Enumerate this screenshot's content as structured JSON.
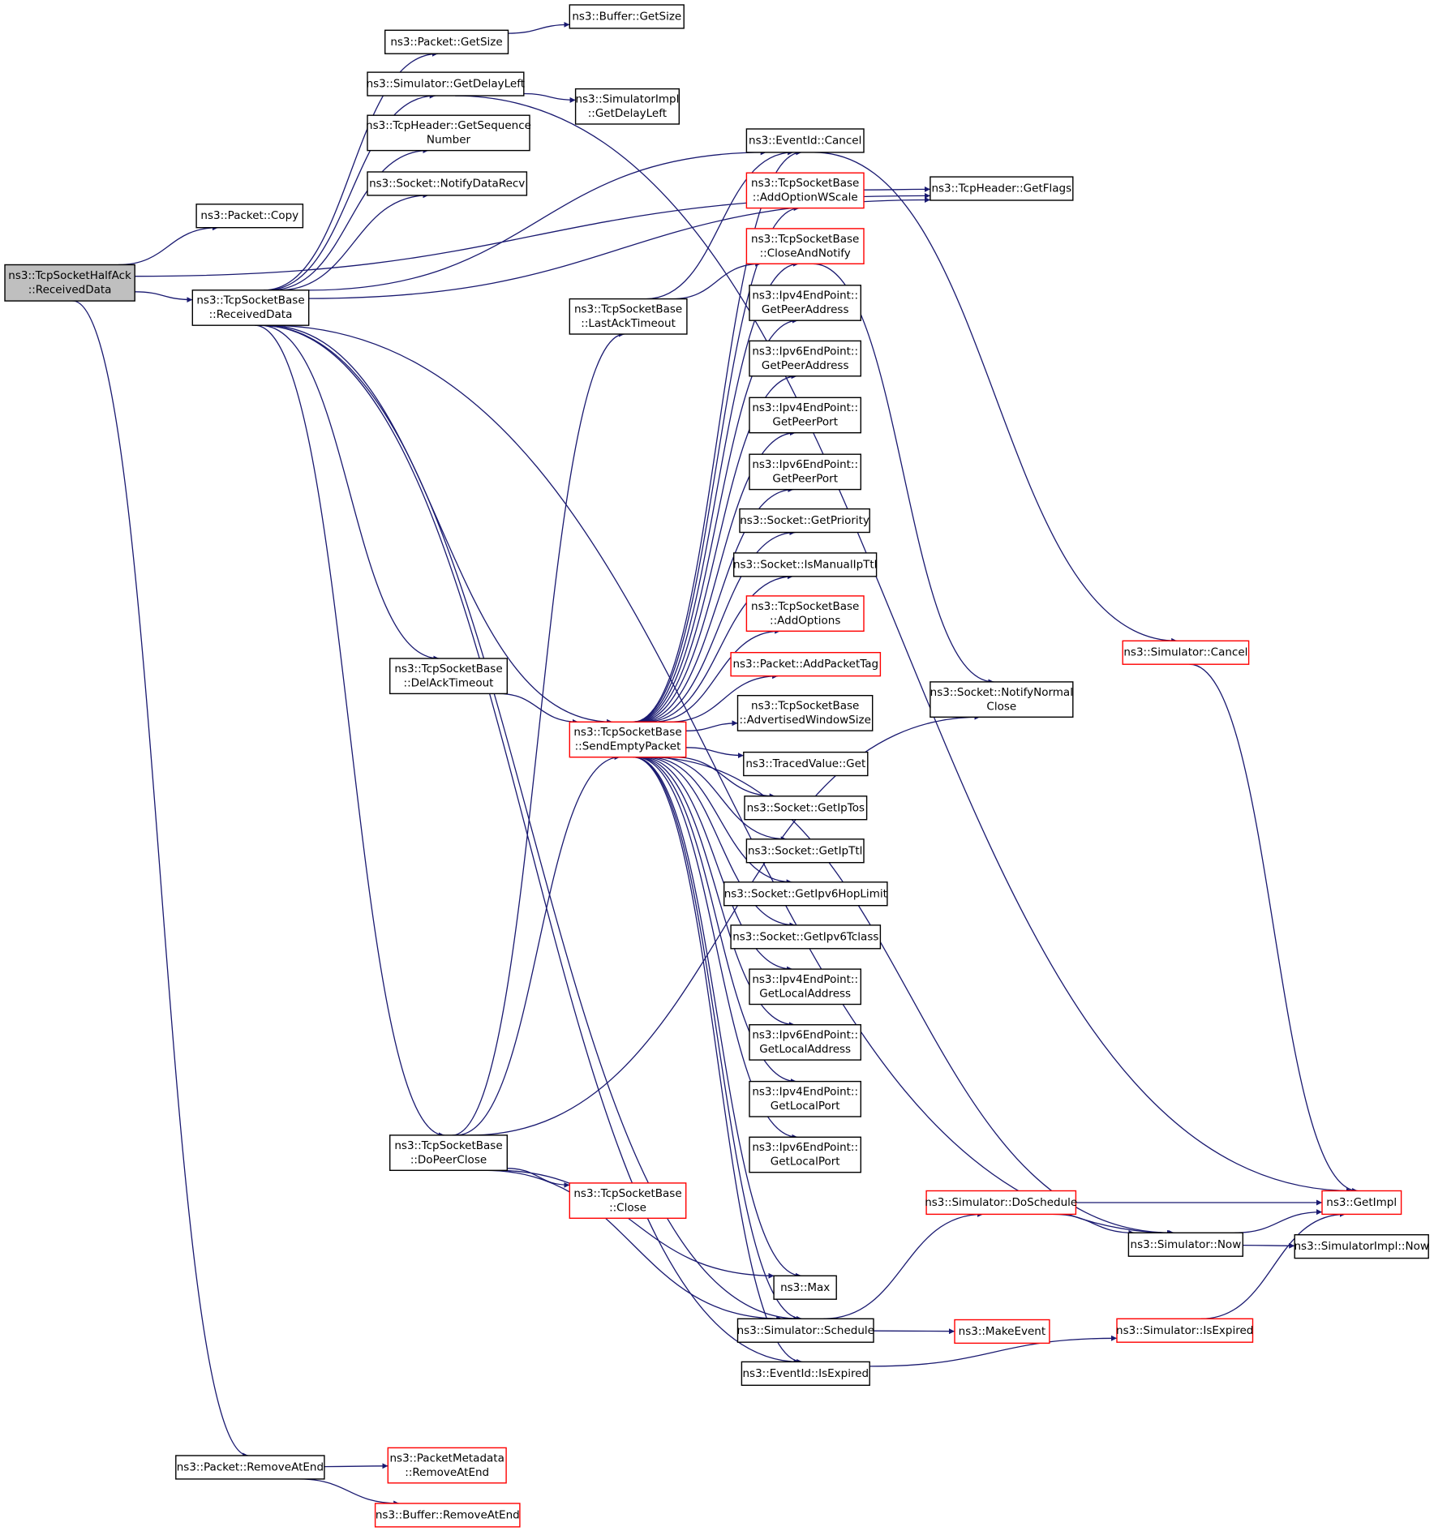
{
  "colors": {
    "edge": "#191970",
    "node_border": "#000000",
    "node_border_truncated": "#ff0000",
    "node_fill": "#ffffff",
    "root_fill": "#bfbfbf"
  },
  "nodes": {
    "root": {
      "lines": [
        "ns3::TcpSocketHalfAck",
        "::ReceivedData"
      ]
    },
    "packet_copy": {
      "lines": [
        "ns3::Packet::Copy"
      ]
    },
    "rd": {
      "lines": [
        "ns3::TcpSocketBase",
        "::ReceivedData"
      ]
    },
    "remove_at_end": {
      "lines": [
        "ns3::Packet::RemoveAtEnd"
      ]
    },
    "packet_getsize": {
      "lines": [
        "ns3::Packet::GetSize"
      ]
    },
    "buffer_getsize": {
      "lines": [
        "ns3::Buffer::GetSize"
      ]
    },
    "getdelayleft": {
      "lines": [
        "ns3::Simulator::GetDelayLeft"
      ]
    },
    "simimpl_getdelayleft": {
      "lines": [
        "ns3::SimulatorImpl",
        "::GetDelayLeft"
      ]
    },
    "getseqnum": {
      "lines": [
        "ns3::TcpHeader::GetSequence",
        "Number"
      ]
    },
    "notifydatarecv": {
      "lines": [
        "ns3::Socket::NotifyDataRecv"
      ]
    },
    "lastacktimeout": {
      "lines": [
        "ns3::TcpSocketBase",
        "::LastAckTimeout"
      ]
    },
    "delacktimeout": {
      "lines": [
        "ns3::TcpSocketBase",
        "::DelAckTimeout"
      ]
    },
    "sendempty": {
      "lines": [
        "ns3::TcpSocketBase",
        "::SendEmptyPacket"
      ]
    },
    "dopeerclose": {
      "lines": [
        "ns3::TcpSocketBase",
        "::DoPeerClose"
      ]
    },
    "close": {
      "lines": [
        "ns3::TcpSocketBase",
        "::Close"
      ]
    },
    "pm_removeatend": {
      "lines": [
        "ns3::PacketMetadata",
        "::RemoveAtEnd"
      ]
    },
    "buffer_removeatend": {
      "lines": [
        "ns3::Buffer::RemoveAtEnd"
      ]
    },
    "eventid_cancel": {
      "lines": [
        "ns3::EventId::Cancel"
      ]
    },
    "addoptionwscale": {
      "lines": [
        "ns3::TcpSocketBase",
        "::AddOptionWScale"
      ]
    },
    "closeandnotify": {
      "lines": [
        "ns3::TcpSocketBase",
        "::CloseAndNotify"
      ]
    },
    "ipv4_getpeeraddr": {
      "lines": [
        "ns3::Ipv4EndPoint::",
        "GetPeerAddress"
      ]
    },
    "ipv6_getpeeraddr": {
      "lines": [
        "ns3::Ipv6EndPoint::",
        "GetPeerAddress"
      ]
    },
    "ipv4_getpeerport": {
      "lines": [
        "ns3::Ipv4EndPoint::",
        "GetPeerPort"
      ]
    },
    "ipv6_getpeerport": {
      "lines": [
        "ns3::Ipv6EndPoint::",
        "GetPeerPort"
      ]
    },
    "getpriority": {
      "lines": [
        "ns3::Socket::GetPriority"
      ]
    },
    "ismanualipttl": {
      "lines": [
        "ns3::Socket::IsManualIpTtl"
      ]
    },
    "addoptions": {
      "lines": [
        "ns3::TcpSocketBase",
        "::AddOptions"
      ]
    },
    "addpackettag": {
      "lines": [
        "ns3::Packet::AddPacketTag"
      ]
    },
    "advwindowsize": {
      "lines": [
        "ns3::TcpSocketBase",
        "::AdvertisedWindowSize"
      ]
    },
    "tracedvalue_get": {
      "lines": [
        "ns3::TracedValue::Get"
      ]
    },
    "getiptos": {
      "lines": [
        "ns3::Socket::GetIpTos"
      ]
    },
    "getipttl": {
      "lines": [
        "ns3::Socket::GetIpTtl"
      ]
    },
    "getipv6hoplimit": {
      "lines": [
        "ns3::Socket::GetIpv6HopLimit"
      ]
    },
    "getipv6tclass": {
      "lines": [
        "ns3::Socket::GetIpv6Tclass"
      ]
    },
    "ipv4_getlocaladdr": {
      "lines": [
        "ns3::Ipv4EndPoint::",
        "GetLocalAddress"
      ]
    },
    "ipv6_getlocaladdr": {
      "lines": [
        "ns3::Ipv6EndPoint::",
        "GetLocalAddress"
      ]
    },
    "ipv4_getlocalport": {
      "lines": [
        "ns3::Ipv4EndPoint::",
        "GetLocalPort"
      ]
    },
    "ipv6_getlocalport": {
      "lines": [
        "ns3::Ipv6EndPoint::",
        "GetLocalPort"
      ]
    },
    "max": {
      "lines": [
        "ns3::Max"
      ]
    },
    "schedule": {
      "lines": [
        "ns3::Simulator::Schedule"
      ]
    },
    "eventid_isexpired": {
      "lines": [
        "ns3::EventId::IsExpired"
      ]
    },
    "getflags": {
      "lines": [
        "ns3::TcpHeader::GetFlags"
      ]
    },
    "notifynormalclose": {
      "lines": [
        "ns3::Socket::NotifyNormal",
        "Close"
      ]
    },
    "doschedule": {
      "lines": [
        "ns3::Simulator::DoSchedule"
      ]
    },
    "makeevent": {
      "lines": [
        "ns3::MakeEvent"
      ]
    },
    "sim_cancel": {
      "lines": [
        "ns3::Simulator::Cancel"
      ]
    },
    "sim_now": {
      "lines": [
        "ns3::Simulator::Now"
      ]
    },
    "sim_isexpired": {
      "lines": [
        "ns3::Simulator::IsExpired"
      ]
    },
    "getimpl": {
      "lines": [
        "ns3::GetImpl"
      ]
    },
    "simimpl_now": {
      "lines": [
        "ns3::SimulatorImpl::Now"
      ]
    }
  },
  "truncated_nodes": [
    "sendempty",
    "close",
    "pm_removeatend",
    "buffer_removeatend",
    "addoptionwscale",
    "closeandnotify",
    "addoptions",
    "addpackettag",
    "doschedule",
    "makeevent",
    "sim_cancel",
    "sim_isexpired",
    "getimpl"
  ],
  "edges": [
    [
      "root",
      "packet_copy"
    ],
    [
      "root",
      "rd"
    ],
    [
      "root",
      "remove_at_end"
    ],
    [
      "root",
      "getflags"
    ],
    [
      "rd",
      "packet_getsize"
    ],
    [
      "rd",
      "getdelayleft"
    ],
    [
      "rd",
      "getseqnum"
    ],
    [
      "rd",
      "notifydatarecv"
    ],
    [
      "rd",
      "eventid_cancel"
    ],
    [
      "rd",
      "getflags"
    ],
    [
      "rd",
      "delacktimeout"
    ],
    [
      "rd",
      "sendempty"
    ],
    [
      "rd",
      "dopeerclose"
    ],
    [
      "rd",
      "schedule"
    ],
    [
      "rd",
      "eventid_isexpired"
    ],
    [
      "rd",
      "sim_now"
    ],
    [
      "packet_getsize",
      "buffer_getsize"
    ],
    [
      "getdelayleft",
      "simimpl_getdelayleft"
    ],
    [
      "getdelayleft",
      "getimpl"
    ],
    [
      "delacktimeout",
      "sendempty"
    ],
    [
      "dopeerclose",
      "lastacktimeout"
    ],
    [
      "dopeerclose",
      "sendempty"
    ],
    [
      "dopeerclose",
      "close"
    ],
    [
      "dopeerclose",
      "max"
    ],
    [
      "dopeerclose",
      "schedule"
    ],
    [
      "dopeerclose",
      "notifynormalclose"
    ],
    [
      "lastacktimeout",
      "eventid_cancel"
    ],
    [
      "lastacktimeout",
      "closeandnotify"
    ],
    [
      "sendempty",
      "eventid_cancel"
    ],
    [
      "sendempty",
      "addoptionwscale"
    ],
    [
      "sendempty",
      "closeandnotify"
    ],
    [
      "sendempty",
      "ipv4_getpeeraddr"
    ],
    [
      "sendempty",
      "ipv6_getpeeraddr"
    ],
    [
      "sendempty",
      "ipv4_getpeerport"
    ],
    [
      "sendempty",
      "ipv6_getpeerport"
    ],
    [
      "sendempty",
      "getpriority"
    ],
    [
      "sendempty",
      "ismanualipttl"
    ],
    [
      "sendempty",
      "addoptions"
    ],
    [
      "sendempty",
      "addpackettag"
    ],
    [
      "sendempty",
      "advwindowsize"
    ],
    [
      "sendempty",
      "tracedvalue_get"
    ],
    [
      "sendempty",
      "getiptos"
    ],
    [
      "sendempty",
      "getipttl"
    ],
    [
      "sendempty",
      "getipv6hoplimit"
    ],
    [
      "sendempty",
      "getipv6tclass"
    ],
    [
      "sendempty",
      "ipv4_getlocaladdr"
    ],
    [
      "sendempty",
      "ipv6_getlocaladdr"
    ],
    [
      "sendempty",
      "ipv4_getlocalport"
    ],
    [
      "sendempty",
      "ipv6_getlocalport"
    ],
    [
      "sendempty",
      "max"
    ],
    [
      "sendempty",
      "schedule"
    ],
    [
      "sendempty",
      "eventid_isexpired"
    ],
    [
      "sendempty",
      "sim_now"
    ],
    [
      "remove_at_end",
      "pm_removeatend"
    ],
    [
      "remove_at_end",
      "buffer_removeatend"
    ],
    [
      "eventid_cancel",
      "sim_cancel"
    ],
    [
      "addoptionwscale",
      "getflags"
    ],
    [
      "closeandnotify",
      "notifynormalclose"
    ],
    [
      "schedule",
      "doschedule"
    ],
    [
      "schedule",
      "makeevent"
    ],
    [
      "eventid_isexpired",
      "sim_isexpired"
    ],
    [
      "doschedule",
      "getimpl"
    ],
    [
      "doschedule",
      "sim_now"
    ],
    [
      "sim_cancel",
      "getimpl"
    ],
    [
      "sim_now",
      "getimpl"
    ],
    [
      "sim_now",
      "simimpl_now"
    ],
    [
      "sim_isexpired",
      "getimpl"
    ]
  ]
}
